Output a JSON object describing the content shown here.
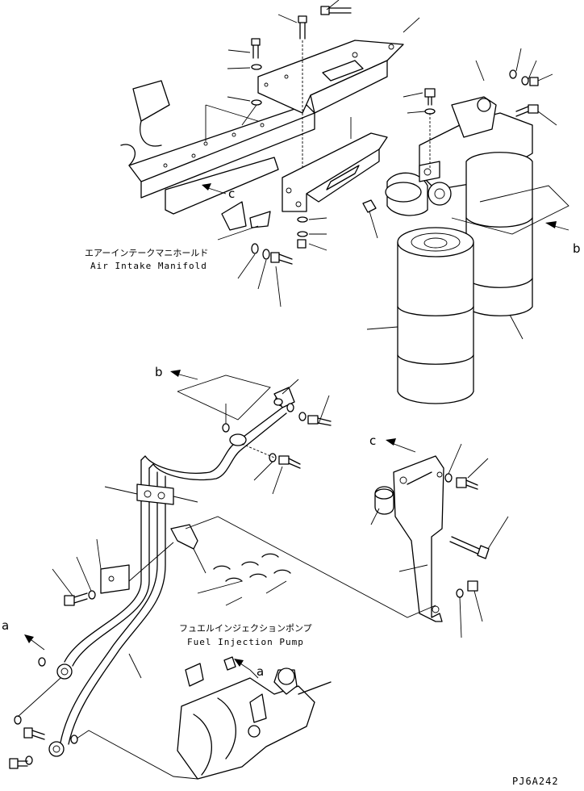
{
  "labels": {
    "ref_a": "a",
    "ref_b": "b",
    "ref_c": "c"
  },
  "components": {
    "manifold_jp": "エアーインテークマニホールド",
    "manifold_en": "Air Intake Manifold",
    "pump_jp": "フュエルインジェクションポンプ",
    "pump_en": "Fuel Injection Pump"
  },
  "figure_code": "PJ6A242"
}
